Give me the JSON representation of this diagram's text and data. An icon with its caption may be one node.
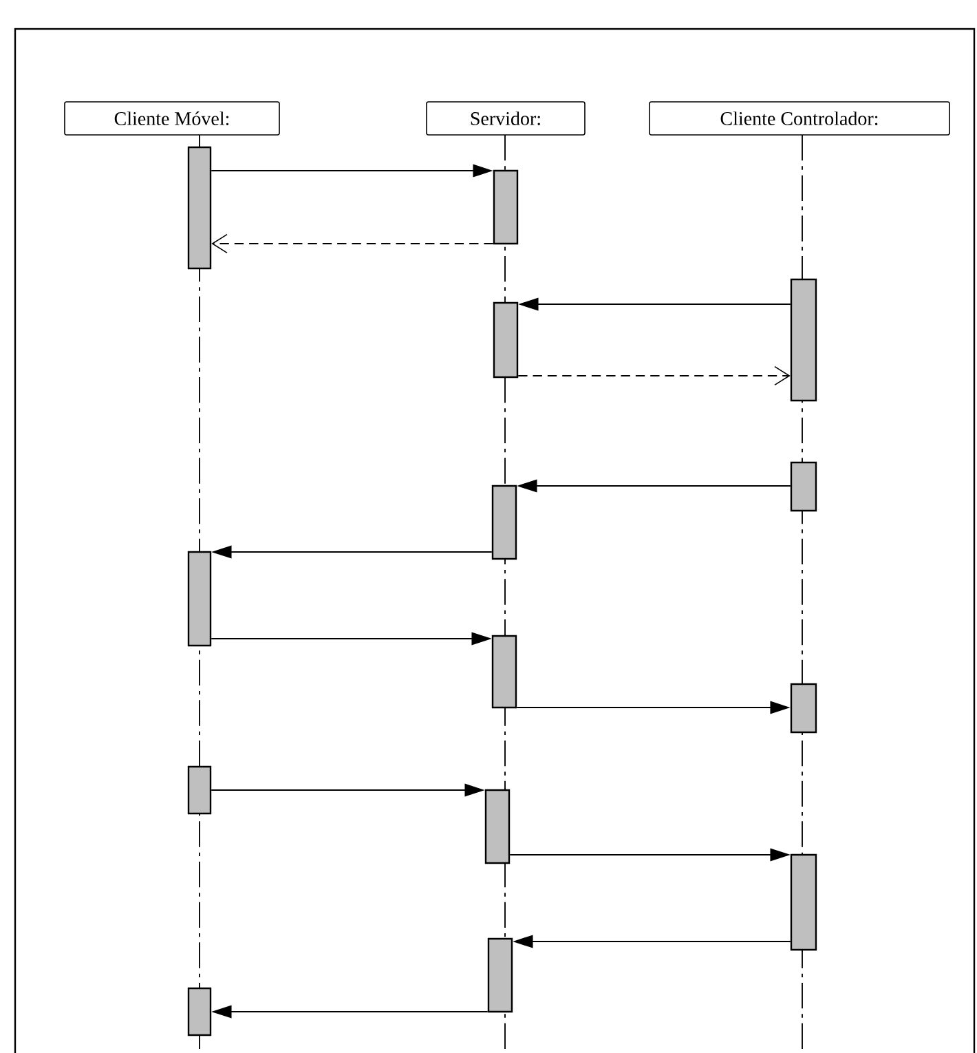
{
  "diagram": {
    "nodes": [
      {
        "text": [
          "Cliente Móvel:"
        ]
      },
      {
        "text": [
          "Servidor:"
        ]
      },
      {
        "text": [
          "Cliente Controlador:"
        ]
      },
      {
        "text": [],
        "shape": "bar"
      },
      {
        "text": [],
        "shape": "bar"
      },
      {
        "text": [],
        "shape": "bar"
      },
      {
        "text": [],
        "shape": "bar"
      },
      {
        "text": [],
        "shape": "bar"
      },
      {
        "text": [],
        "shape": "bar"
      },
      {
        "text": [],
        "shape": "bar"
      },
      {
        "text": [],
        "shape": "bar"
      },
      {
        "text": [],
        "shape": "bar"
      },
      {
        "text": [],
        "shape": "bar"
      },
      {
        "text": [],
        "shape": "bar"
      },
      {
        "text": [],
        "shape": "bar"
      },
      {
        "text": [],
        "shape": "bar"
      },
      {
        "text": [],
        "shape": "bar"
      }
    ],
    "edges": [
      {
        "from": 3,
        "to": 4,
        "arrow": "to"
      },
      {
        "from": 4,
        "to": 3,
        "arrow": "to",
        "style": "dashed"
      },
      {
        "from": 5,
        "to": 6,
        "arrow": "to"
      },
      {
        "from": 6,
        "to": 5,
        "arrow": "to",
        "style": "dashed"
      },
      {
        "from": 7,
        "to": 8,
        "arrow": "to"
      },
      {
        "from": 8,
        "to": 9,
        "arrow": "to"
      },
      {
        "from": 9,
        "to": 10,
        "arrow": "to"
      },
      {
        "from": 10,
        "to": 11,
        "arrow": "to"
      },
      {
        "from": 12,
        "to": 13,
        "arrow": "to"
      },
      {
        "from": 13,
        "to": 14,
        "arrow": "to"
      },
      {
        "from": 14,
        "to": 15,
        "arrow": "to"
      },
      {
        "from": 15,
        "to": 16,
        "arrow": "to"
      }
    ]
  }
}
